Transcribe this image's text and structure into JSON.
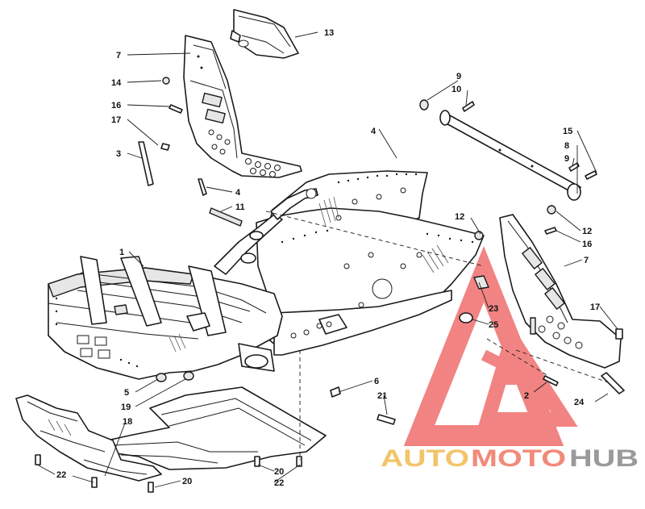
{
  "callouts": {
    "c13": "13",
    "c7a": "7",
    "c14": "14",
    "c16a": "16",
    "c17a": "17",
    "c3": "3",
    "c4a": "4",
    "c4b": "4",
    "c11": "11",
    "c1": "1",
    "c9a": "9",
    "c10": "10",
    "c15": "15",
    "c8": "8",
    "c9b": "9",
    "c12a": "12",
    "c12b": "12",
    "c16b": "16",
    "c7b": "7",
    "c17b": "17",
    "c23": "23",
    "c25": "25",
    "c2": "2",
    "c24": "24",
    "c5": "5",
    "c19": "19",
    "c6": "6",
    "c21": "21",
    "c18": "18",
    "c22a": "22",
    "c20a": "20",
    "c20b": "20",
    "c22b": "22"
  },
  "watermark": {
    "text_auto": "AUTO",
    "text_moto": "MOTO",
    "text_hub": "HUB",
    "color_auto": "#f2c46a",
    "color_moto": "#f28a7a",
    "color_hub": "#9a9a9a",
    "color_triangle": "#ee5a5a"
  }
}
